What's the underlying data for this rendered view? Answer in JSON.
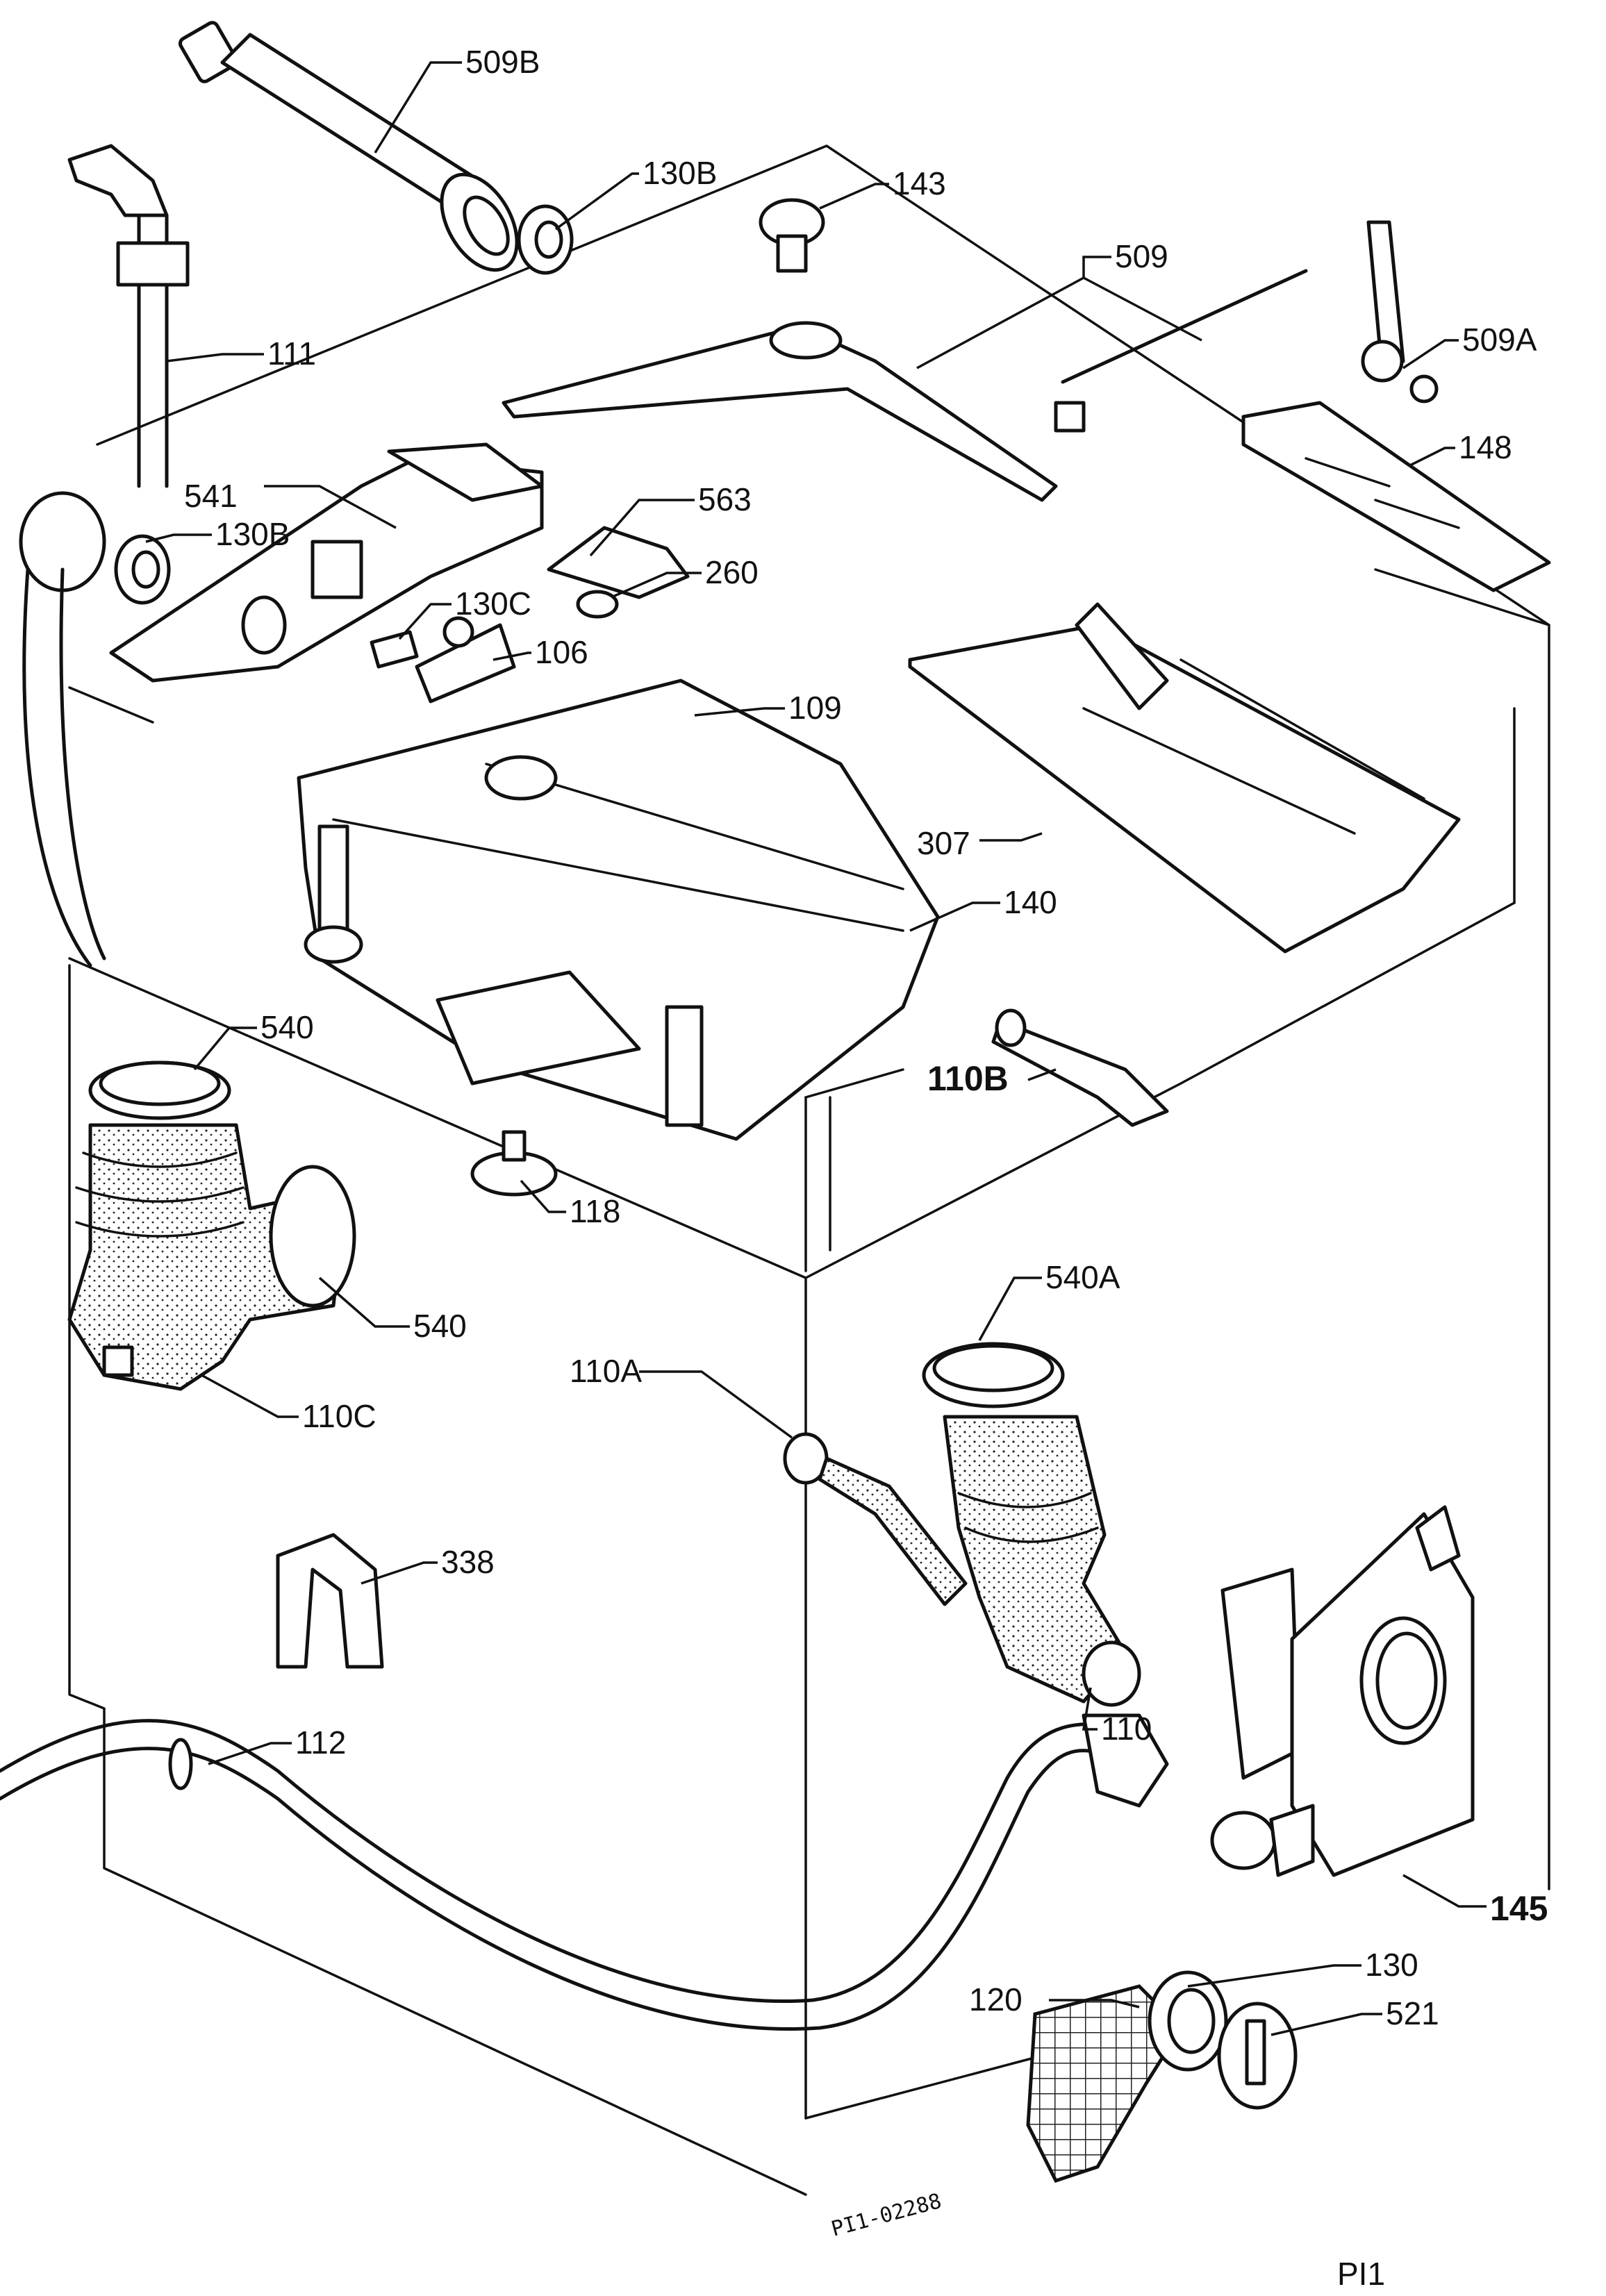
{
  "labels": {
    "p509B": "509B",
    "p130B_top": "130B",
    "p143": "143",
    "p509": "509",
    "p509A": "509A",
    "p111": "111",
    "p148": "148",
    "p541": "541",
    "p130B_mid": "130B",
    "p563": "563",
    "p260": "260",
    "p130C": "130C",
    "p106": "106",
    "p109": "109",
    "p307": "307",
    "p140": "140",
    "p540_top": "540",
    "p110B": "110B",
    "p118": "118",
    "p540_bottom": "540",
    "p540A": "540A",
    "p110C": "110C",
    "p110A": "110A",
    "p338": "338",
    "p110": "110",
    "p112": "112",
    "p145": "145",
    "p130": "130",
    "p120": "120",
    "p521": "521"
  },
  "drawing_code": "PI1-02288",
  "page_id": "PI1"
}
